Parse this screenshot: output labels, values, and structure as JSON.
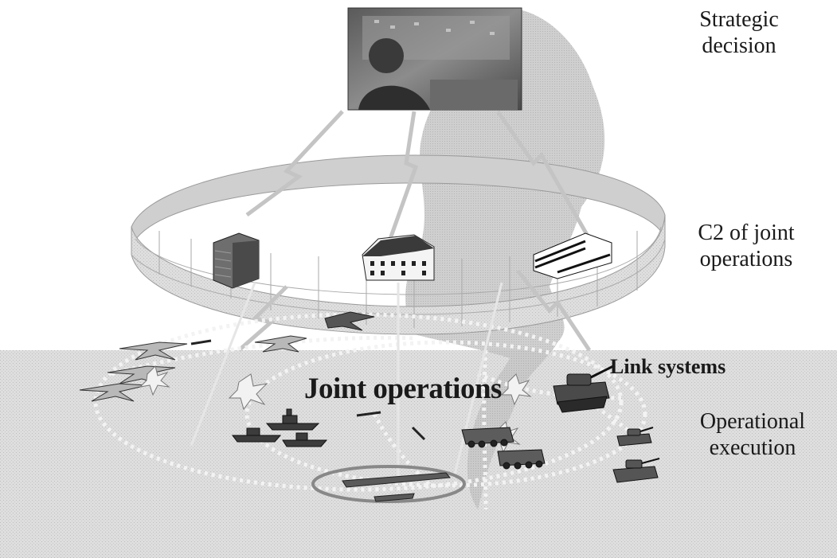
{
  "labels": {
    "strategic": "Strategic decision",
    "c2": "C2 of joint operations",
    "operational": "Operational execution",
    "joint_operations": "Joint operations",
    "link_systems": "Link systems"
  },
  "colors": {
    "ground": "#dcdcdc",
    "ring": "#d4d4d4",
    "map": "#c8c8c8",
    "dotted_links": "#f2f2f2",
    "carrier_ring": "#8a8a8a",
    "text": "#1a1a1a"
  },
  "icons": [
    "command-center-photo",
    "tower-building-icon",
    "manor-building-icon",
    "office-building-icon",
    "fighter-jet-icon",
    "propeller-aircraft-icon",
    "warship-icon",
    "missile-icon",
    "tank-icon",
    "armored-vehicle-icon",
    "aircraft-carrier-icon",
    "explosion-icon",
    "lightning-link-icon"
  ]
}
